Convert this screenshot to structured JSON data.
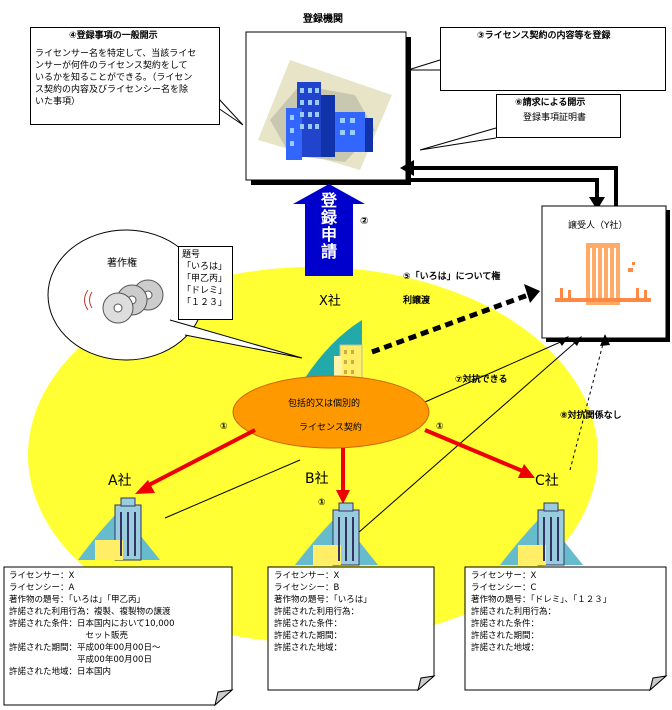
{
  "title": "登録機関",
  "callouts": {
    "disclosure": {
      "title": "④登録事項の一般開示",
      "lines": [
        "ライセンサー名を特定して、当該ライセ",
        "ンサーが何件のライセンス契約をして",
        "いるかを知ることができる。（ライセン",
        "ス契約の内容及びライセンシー名を除",
        "いた事項）"
      ]
    },
    "register": {
      "title": "③ライセンス契約の内容等を登録"
    },
    "request": {
      "title": "⑥請求による開示",
      "body": "登録事項証明書"
    }
  },
  "application": {
    "label": "登録申請",
    "num": "②"
  },
  "assignee": {
    "label": "譲受人（Y社）"
  },
  "transfer": {
    "label": "⑤「いろは」について権",
    "label2": "利譲渡"
  },
  "copyright": {
    "label": "著作権"
  },
  "titles_box": {
    "lines": [
      "題号",
      "「いろは」",
      "「甲乙丙」",
      "「ドレミ」",
      "「１２３」"
    ]
  },
  "x_company": {
    "label": "X社"
  },
  "contract": {
    "line1": "包括的又は個別的",
    "line2": "ライセンス契約"
  },
  "oppose": {
    "label": "⑦対抗できる"
  },
  "no_oppose": {
    "label": "⑧対抗関係なし"
  },
  "companies": [
    {
      "label": "A社",
      "num": "①"
    },
    {
      "label": "B社",
      "num": "①"
    },
    {
      "label": "C社",
      "num": "①"
    }
  ],
  "cards": [
    {
      "lines": [
        "ライセンサー：X",
        "ライセンシー：A",
        "著作物の題号：「いろは」「甲乙丙」",
        "許諾された利用行為：複製、複製物の譲渡",
        "許諾された条件：日本国内において10,000",
        "　　　　　　　　　セット販売",
        "許諾された期間：平成00年00月00日～",
        "　　　　　　　　平成00年00月00日",
        "許諾された地域：日本国内"
      ]
    },
    {
      "lines": [
        "ライセンサー：X",
        "ライセンシー：B",
        "著作物の題号：「いろは」",
        "許諾された利用行為：",
        "許諾された条件：",
        "許諾された期間：",
        "許諾された地域："
      ]
    },
    {
      "lines": [
        "ライセンサー：X",
        "ライセンシー：C",
        "著作物の題号：「ドレミ」、「１２３」",
        "許諾された利用行為：",
        "許諾された条件：",
        "許諾された期間：",
        "許諾された地域："
      ]
    }
  ],
  "colors": {
    "ellipse": "#ffff33",
    "contract": "#ff9900",
    "arrow_red": "#ff0000",
    "arrow_blue": "#0000cc",
    "building_blue": "#3366ff"
  }
}
